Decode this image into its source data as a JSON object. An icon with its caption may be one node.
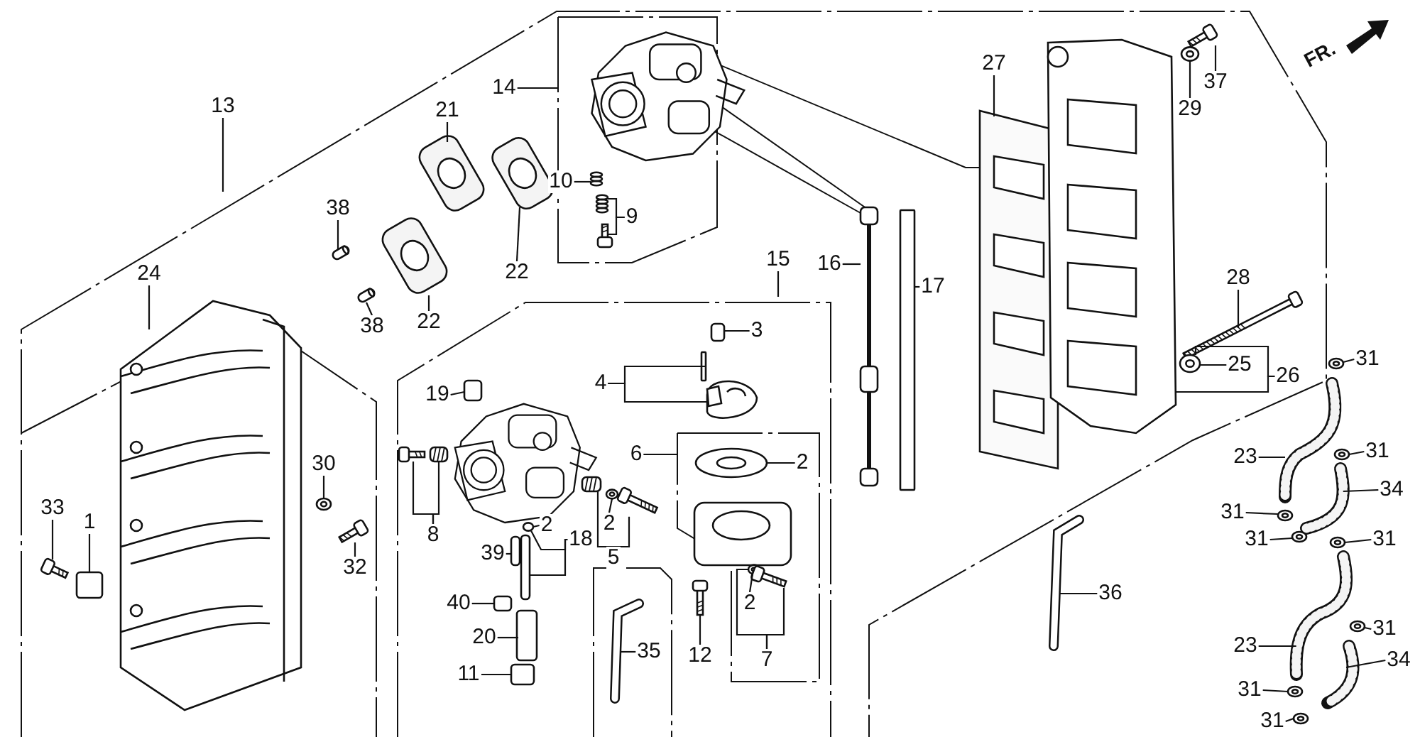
{
  "diagram": {
    "nodes": [
      {
        "text": [
          "13"
        ]
      },
      {
        "text": [
          "14"
        ]
      },
      {
        "text": [
          "27"
        ]
      },
      {
        "text": [
          "37"
        ]
      },
      {
        "text": [
          "29"
        ]
      },
      {
        "text": [
          "21"
        ]
      },
      {
        "text": [
          "38"
        ]
      },
      {
        "text": [
          "10"
        ]
      },
      {
        "text": [
          "9"
        ]
      },
      {
        "text": [
          "22"
        ]
      },
      {
        "text": [
          "22"
        ]
      },
      {
        "text": [
          "38"
        ]
      },
      {
        "text": [
          "24"
        ]
      },
      {
        "text": [
          "15"
        ]
      },
      {
        "text": [
          "16"
        ]
      },
      {
        "text": [
          "17"
        ]
      },
      {
        "text": [
          "28"
        ]
      },
      {
        "text": [
          "3"
        ]
      },
      {
        "text": [
          "4"
        ]
      },
      {
        "text": [
          "25"
        ]
      },
      {
        "text": [
          "26"
        ]
      },
      {
        "text": [
          "31"
        ]
      },
      {
        "text": [
          "19"
        ]
      },
      {
        "text": [
          "6"
        ]
      },
      {
        "text": [
          "2"
        ]
      },
      {
        "text": [
          "23"
        ]
      },
      {
        "text": [
          "31"
        ]
      },
      {
        "text": [
          "30"
        ]
      },
      {
        "text": [
          "33"
        ]
      },
      {
        "text": [
          "1"
        ]
      },
      {
        "text": [
          "8"
        ]
      },
      {
        "text": [
          "2"
        ]
      },
      {
        "text": [
          "34"
        ]
      },
      {
        "text": [
          "31"
        ]
      },
      {
        "text": [
          "2"
        ]
      },
      {
        "text": [
          "18"
        ]
      },
      {
        "text": [
          "5"
        ]
      },
      {
        "text": [
          "39"
        ]
      },
      {
        "text": [
          "31"
        ]
      },
      {
        "text": [
          "31"
        ]
      },
      {
        "text": [
          "32"
        ]
      },
      {
        "text": [
          "36"
        ]
      },
      {
        "text": [
          "40"
        ]
      },
      {
        "text": [
          "2"
        ]
      },
      {
        "text": [
          "31"
        ]
      },
      {
        "text": [
          "20"
        ]
      },
      {
        "text": [
          "23"
        ]
      },
      {
        "text": [
          "35"
        ]
      },
      {
        "text": [
          "12"
        ]
      },
      {
        "text": [
          "7"
        ]
      },
      {
        "text": [
          "34"
        ]
      },
      {
        "text": [
          "11"
        ]
      },
      {
        "text": [
          "31"
        ]
      },
      {
        "text": [
          "31"
        ]
      },
      {
        "text": [],
        "shape": "picture"
      },
      {
        "text": [],
        "shape": "picture"
      },
      {
        "text": [],
        "shape": "circle"
      },
      {
        "text": [],
        "shape": "picture"
      },
      {
        "text": [],
        "shape": "picture"
      },
      {
        "text": [],
        "shape": "picture"
      },
      {
        "text": [],
        "shape": "picture"
      },
      {
        "text": [],
        "shape": "picture"
      },
      {
        "text": [],
        "shape": "picture"
      },
      {
        "text": [],
        "shape": "picture"
      },
      {
        "text": [],
        "shape": "picture"
      },
      {
        "text": [],
        "shape": "picture"
      },
      {
        "text": [],
        "shape": "bar"
      },
      {
        "text": [],
        "shape": "picture"
      },
      {
        "text": [],
        "shape": "box"
      },
      {
        "text": [],
        "shape": "bar"
      },
      {
        "text": [],
        "shape": "picture"
      },
      {
        "text": [],
        "shape": "circle"
      },
      {
        "text": [],
        "shape": "picture"
      },
      {
        "text": [],
        "shape": "circle"
      },
      {
        "text": [],
        "shape": "box"
      },
      {
        "text": [],
        "shape": "circle"
      },
      {
        "text": [],
        "shape": "picture"
      },
      {
        "text": [],
        "shape": "circle"
      },
      {
        "text": [],
        "shape": "circle"
      },
      {
        "text": [],
        "shape": "picture"
      },
      {
        "text": [],
        "shape": "box"
      },
      {
        "text": [],
        "shape": "picture"
      },
      {
        "text": [],
        "shape": "picture"
      },
      {
        "text": [],
        "shape": "circle"
      },
      {
        "text": [],
        "shape": "picture"
      },
      {
        "text": [],
        "shape": "circle"
      },
      {
        "text": [],
        "shape": "circle"
      },
      {
        "text": [],
        "shape": "box"
      },
      {
        "text": [],
        "shape": "picture"
      },
      {
        "text": [],
        "shape": "picture"
      },
      {
        "text": [],
        "shape": "box"
      },
      {
        "text": [],
        "shape": "circle"
      },
      {
        "text": [],
        "shape": "circle"
      },
      {
        "text": [],
        "shape": "picture"
      },
      {
        "text": [],
        "shape": "picture"
      },
      {
        "text": [],
        "shape": "box"
      },
      {
        "text": [],
        "shape": "circle"
      },
      {
        "text": [],
        "shape": "circle"
      },
      {
        "text": [],
        "shape": "box"
      },
      {
        "text": [],
        "shape": "picture"
      },
      {
        "text": [],
        "shape": "picture"
      },
      {
        "text": [],
        "shape": "picture"
      },
      {
        "text": [],
        "shape": "picture"
      },
      {
        "text": [],
        "shape": "picture"
      },
      {
        "text": [],
        "shape": "box"
      },
      {
        "text": [],
        "shape": "circle"
      },
      {
        "text": [],
        "shape": "circle"
      }
    ],
    "edges": [
      {
        "from": 0,
        "to": null,
        "arrow": "none"
      },
      {
        "from": 1,
        "to": null,
        "arrow": "none"
      },
      {
        "from": 2,
        "to": 54,
        "arrow": "none"
      },
      {
        "from": 3,
        "to": 55,
        "arrow": "none"
      },
      {
        "from": 4,
        "to": 56,
        "arrow": "none"
      },
      {
        "from": 5,
        "to": 57,
        "arrow": "none"
      },
      {
        "from": 6,
        "to": 58,
        "arrow": "none"
      },
      {
        "from": 7,
        "to": 59,
        "arrow": "none"
      },
      {
        "from": 8,
        "to": 60,
        "arrow": "none"
      },
      {
        "from": 8,
        "to": 61,
        "arrow": "none"
      },
      {
        "from": 9,
        "to": 62,
        "arrow": "none"
      },
      {
        "from": 10,
        "to": 63,
        "arrow": "none"
      },
      {
        "from": 11,
        "to": 64,
        "arrow": "none"
      },
      {
        "from": 12,
        "to": null,
        "arrow": "none"
      },
      {
        "from": 13,
        "to": null,
        "arrow": "none"
      },
      {
        "from": 14,
        "to": 65,
        "arrow": "none"
      },
      {
        "from": 15,
        "to": 66,
        "arrow": "none"
      },
      {
        "from": 16,
        "to": 67,
        "arrow": "none"
      },
      {
        "from": 17,
        "to": 68,
        "arrow": "none"
      },
      {
        "from": 18,
        "to": 69,
        "arrow": "none"
      },
      {
        "from": 18,
        "to": 70,
        "arrow": "none"
      },
      {
        "from": 19,
        "to": 71,
        "arrow": "none"
      },
      {
        "from": 20,
        "to": 71,
        "arrow": "none"
      },
      {
        "from": 20,
        "to": 72,
        "arrow": "none"
      },
      {
        "from": 21,
        "to": 73,
        "arrow": "none"
      },
      {
        "from": 22,
        "to": 74,
        "arrow": "none"
      },
      {
        "from": 23,
        "to": null,
        "arrow": "none"
      },
      {
        "from": 24,
        "to": 75,
        "arrow": "none"
      },
      {
        "from": 25,
        "to": 76,
        "arrow": "none"
      },
      {
        "from": 26,
        "to": 77,
        "arrow": "none"
      },
      {
        "from": 27,
        "to": 78,
        "arrow": "none"
      },
      {
        "from": 28,
        "to": 79,
        "arrow": "none"
      },
      {
        "from": 29,
        "to": 80,
        "arrow": "none"
      },
      {
        "from": 30,
        "to": 81,
        "arrow": "none"
      },
      {
        "from": 30,
        "to": 82,
        "arrow": "none"
      },
      {
        "from": 31,
        "to": 83,
        "arrow": "none"
      },
      {
        "from": 32,
        "to": 84,
        "arrow": "none"
      },
      {
        "from": 33,
        "to": 85,
        "arrow": "none"
      },
      {
        "from": 34,
        "to": 86,
        "arrow": "none"
      },
      {
        "from": 35,
        "to": 83,
        "arrow": "none"
      },
      {
        "from": 35,
        "to": 87,
        "arrow": "none"
      },
      {
        "from": 36,
        "to": 88,
        "arrow": "none"
      },
      {
        "from": 36,
        "to": 89,
        "arrow": "none"
      },
      {
        "from": 37,
        "to": 90,
        "arrow": "none"
      },
      {
        "from": 38,
        "to": 91,
        "arrow": "none"
      },
      {
        "from": 39,
        "to": 92,
        "arrow": "none"
      },
      {
        "from": 40,
        "to": 93,
        "arrow": "none"
      },
      {
        "from": 41,
        "to": 94,
        "arrow": "none"
      },
      {
        "from": 42,
        "to": 95,
        "arrow": "none"
      },
      {
        "from": 43,
        "to": 96,
        "arrow": "none"
      },
      {
        "from": 44,
        "to": 97,
        "arrow": "none"
      },
      {
        "from": 45,
        "to": 98,
        "arrow": "none"
      },
      {
        "from": 46,
        "to": 99,
        "arrow": "none"
      },
      {
        "from": 47,
        "to": 100,
        "arrow": "none"
      },
      {
        "from": 48,
        "to": 101,
        "arrow": "none"
      },
      {
        "from": 49,
        "to": 96,
        "arrow": "none"
      },
      {
        "from": 49,
        "to": 102,
        "arrow": "none"
      },
      {
        "from": 50,
        "to": 103,
        "arrow": "none"
      },
      {
        "from": 51,
        "to": 104,
        "arrow": "none"
      },
      {
        "from": 52,
        "to": 105,
        "arrow": "none"
      },
      {
        "from": 53,
        "to": 106,
        "arrow": "none"
      }
    ],
    "labels": [
      "FR."
    ]
  }
}
